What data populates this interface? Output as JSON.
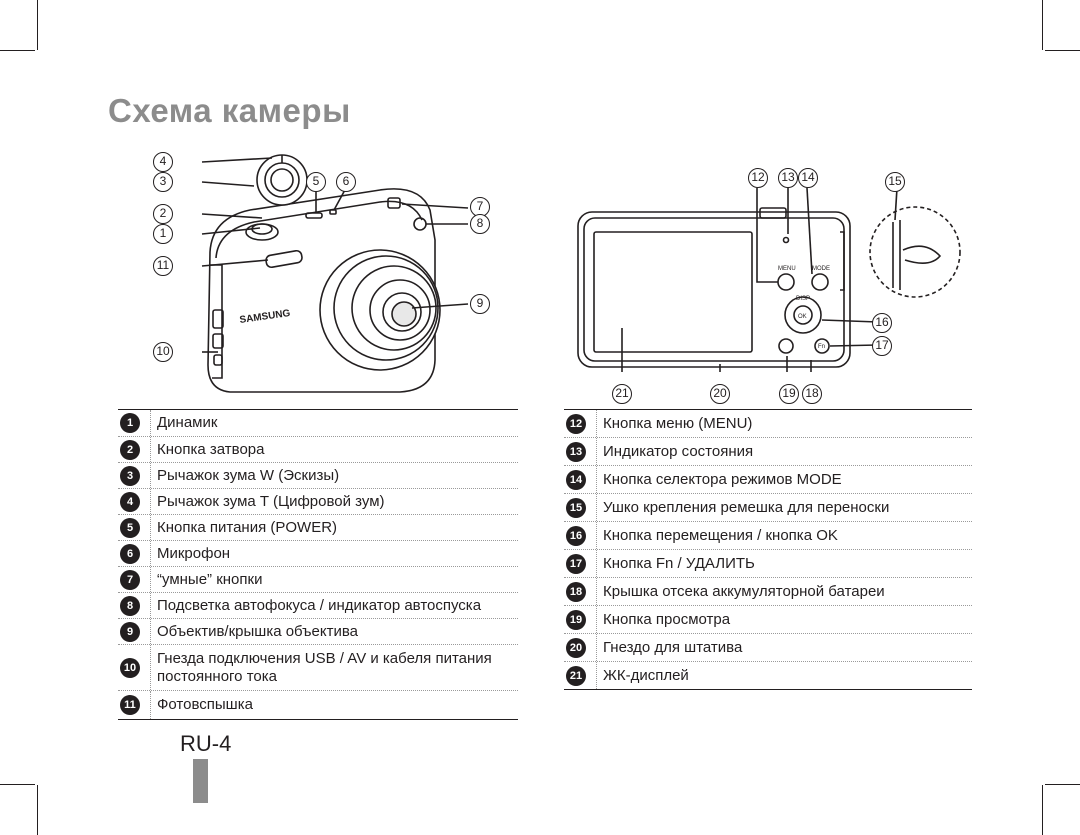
{
  "page": {
    "title": "Схема камеры",
    "page_number": "RU-4"
  },
  "front_callouts": [
    "1",
    "2",
    "3",
    "4",
    "5",
    "6",
    "7",
    "8",
    "9",
    "10",
    "11"
  ],
  "back_callouts": [
    "12",
    "13",
    "14",
    "15",
    "16",
    "17",
    "18",
    "19",
    "20",
    "21"
  ],
  "camera_text": {
    "brand": "SAMSUNG",
    "menu": "MENU",
    "mode": "MODE",
    "disp": "DISP",
    "ok": "OK",
    "fn": "Fn"
  },
  "legend_left": [
    {
      "num": "1",
      "text": "Динамик"
    },
    {
      "num": "2",
      "text": "Кнопка затвора"
    },
    {
      "num": "3",
      "text": "Рычажок зума W (Эскизы)"
    },
    {
      "num": "4",
      "text": "Рычажок зума T (Цифровой зум)"
    },
    {
      "num": "5",
      "text": "Кнопка питания (POWER)"
    },
    {
      "num": "6",
      "text": "Микрофон"
    },
    {
      "num": "7",
      "text": "“умные” кнопки"
    },
    {
      "num": "8",
      "text": "Подсветка автофокуса / индикатор автоспуска"
    },
    {
      "num": "9",
      "text": "Объектив/крышка объектива"
    },
    {
      "num": "10",
      "text": "Гнезда подключения USB / AV и кабеля питания постоянного тока"
    },
    {
      "num": "11",
      "text": "Фотовспышка"
    }
  ],
  "legend_right": [
    {
      "num": "12",
      "text": "Кнопка меню (MENU)"
    },
    {
      "num": "13",
      "text": "Индикатор состояния"
    },
    {
      "num": "14",
      "text": "Кнопка селектора режимов MODE"
    },
    {
      "num": "15",
      "text": "Ушко крепления ремешка для переноски"
    },
    {
      "num": "16",
      "text": "Кнопка перемещения / кнопка OK"
    },
    {
      "num": "17",
      "text": "Кнопка Fn / УДАЛИТЬ"
    },
    {
      "num": "18",
      "text": "Крышка отсека аккумуляторной батареи"
    },
    {
      "num": "19",
      "text": "Кнопка просмотра"
    },
    {
      "num": "20",
      "text": "Гнездо для штатива"
    },
    {
      "num": "21",
      "text": "ЖК-дисплей"
    }
  ]
}
